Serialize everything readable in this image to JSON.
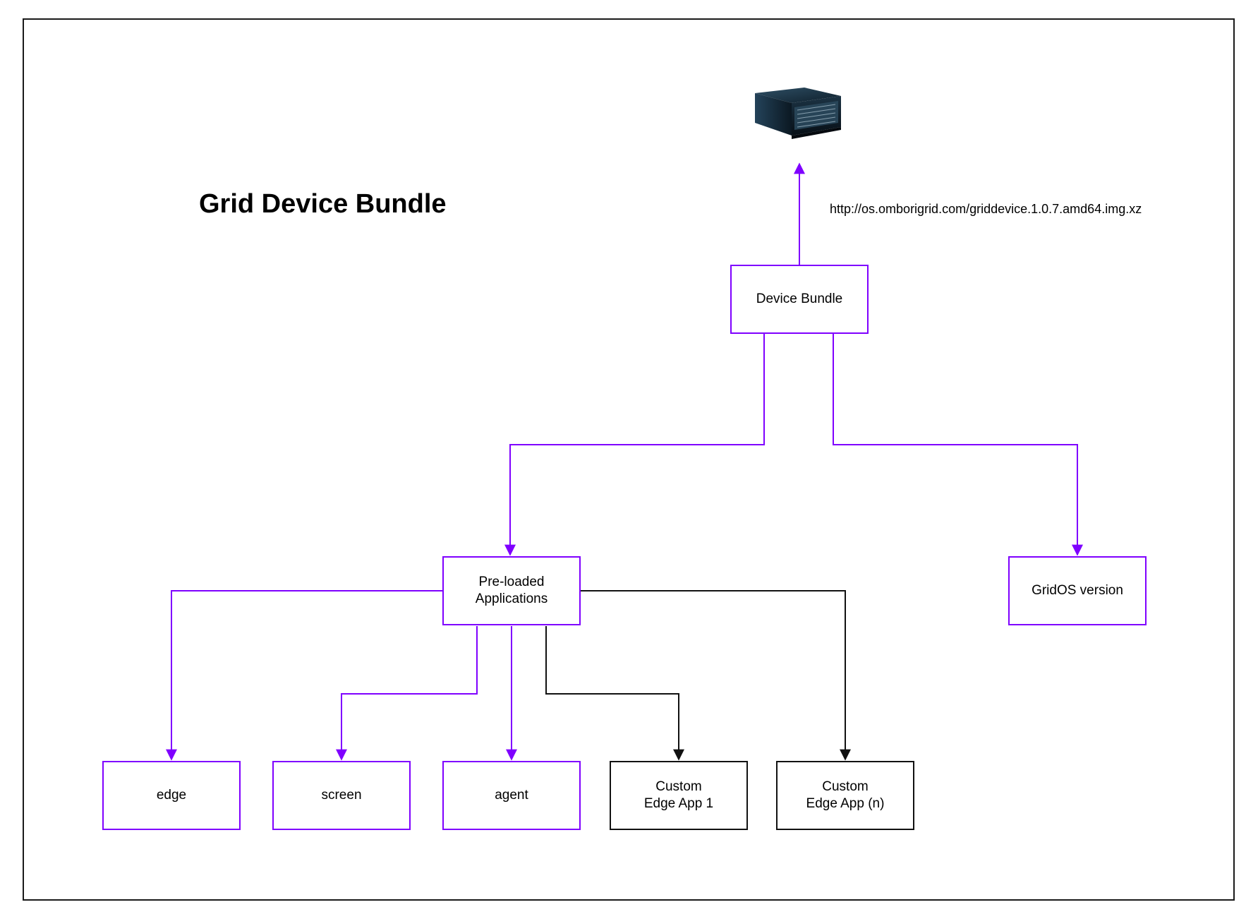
{
  "title": "Grid Device Bundle",
  "url": "http://os.omborigrid.com/griddevice.1.0.7.amd64.img.xz",
  "colors": {
    "accent": "#7f00ff",
    "black": "#111111"
  },
  "nodes": {
    "device_bundle": "Device Bundle",
    "preloaded": "Pre-loaded\nApplications",
    "gridos": "GridOS version",
    "edge": "edge",
    "screen": "screen",
    "agent": "agent",
    "custom1": "Custom\nEdge App 1",
    "customn": "Custom\nEdge App (n)"
  },
  "icons": {
    "server": "server-rack-icon"
  }
}
